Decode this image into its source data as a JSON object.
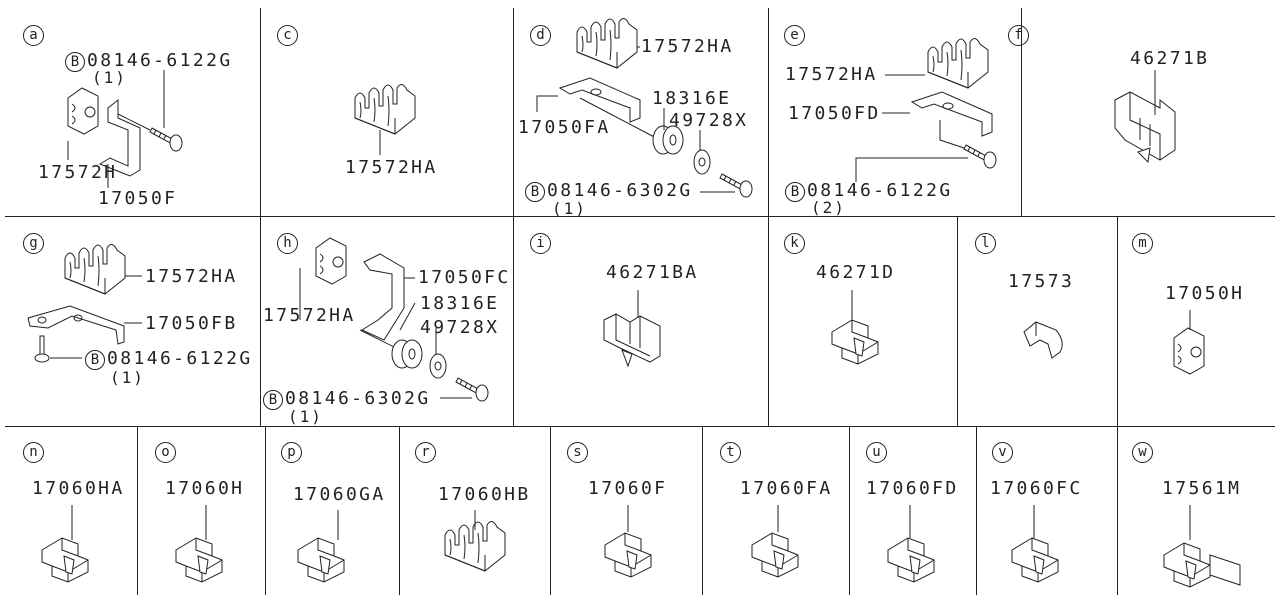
{
  "panels": {
    "a": {
      "letter": "a",
      "bolt": "08146-6122G",
      "bolt_mark": "B",
      "qty": "(1)",
      "parts": [
        "17572H",
        "17050F"
      ]
    },
    "c": {
      "letter": "c",
      "parts": [
        "17572HA"
      ]
    },
    "d": {
      "letter": "d",
      "parts": [
        "17572HA",
        "18316E",
        "49728X",
        "17050FA"
      ],
      "bolt": "08146-6302G",
      "bolt_mark": "B",
      "qty": "(1)"
    },
    "e": {
      "letter": "e",
      "parts": [
        "17572HA",
        "17050FD"
      ],
      "bolt": "08146-6122G",
      "bolt_mark": "B",
      "qty": "(2)"
    },
    "f": {
      "letter": "f",
      "parts": [
        "46271B"
      ]
    },
    "g": {
      "letter": "g",
      "parts": [
        "17572HA",
        "17050FB"
      ],
      "bolt": "08146-6122G",
      "bolt_mark": "B",
      "qty": "(1)"
    },
    "h": {
      "letter": "h",
      "parts": [
        "17050FC",
        "18316E",
        "49728X",
        "17572HA"
      ],
      "bolt": "08146-6302G",
      "bolt_mark": "B",
      "qty": "(1)"
    },
    "i": {
      "letter": "i",
      "parts": [
        "46271BA"
      ]
    },
    "k": {
      "letter": "k",
      "parts": [
        "46271D"
      ]
    },
    "l": {
      "letter": "l",
      "parts": [
        "17573"
      ]
    },
    "m": {
      "letter": "m",
      "parts": [
        "17050H"
      ]
    },
    "n": {
      "letter": "n",
      "parts": [
        "17060HA"
      ]
    },
    "o": {
      "letter": "o",
      "parts": [
        "17060H"
      ]
    },
    "p": {
      "letter": "p",
      "parts": [
        "17060GA"
      ]
    },
    "r": {
      "letter": "r",
      "parts": [
        "17060HB"
      ]
    },
    "s": {
      "letter": "s",
      "parts": [
        "17060F"
      ]
    },
    "t": {
      "letter": "t",
      "parts": [
        "17060FA"
      ]
    },
    "u": {
      "letter": "u",
      "parts": [
        "17060FD"
      ]
    },
    "v": {
      "letter": "v",
      "parts": [
        "17060FC"
      ]
    },
    "w": {
      "letter": "w",
      "parts": [
        "17561M"
      ]
    }
  }
}
